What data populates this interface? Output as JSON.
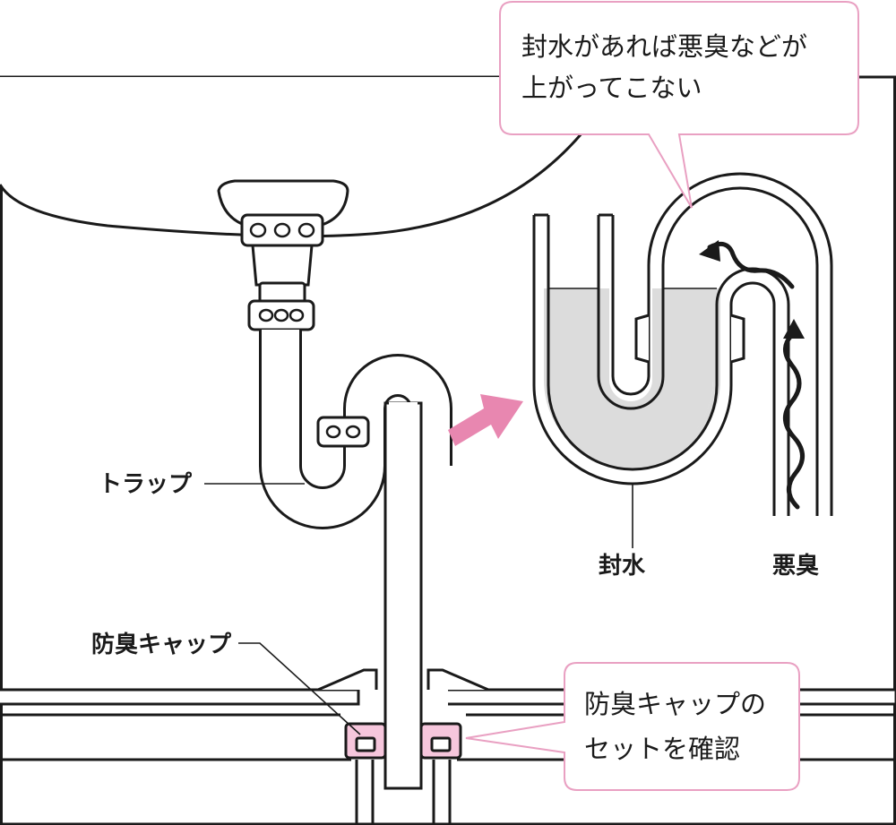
{
  "labels": {
    "trap": "トラップ",
    "odor_cap": "防臭キャップ",
    "seal_water": "封水",
    "bad_odor": "悪臭"
  },
  "callout_top": {
    "line1": "封水があれば悪臭などが",
    "line2": "上がってこない"
  },
  "callout_bottom": {
    "line1": "防臭キャップの",
    "line2": "セットを確認"
  },
  "colors": {
    "stroke": "#1a1a1a",
    "pink_accent": "#e887b0",
    "pink_fill": "#f6c6dc",
    "bubble_border": "#e9a0c2",
    "water_fill": "#dcdcdc"
  }
}
